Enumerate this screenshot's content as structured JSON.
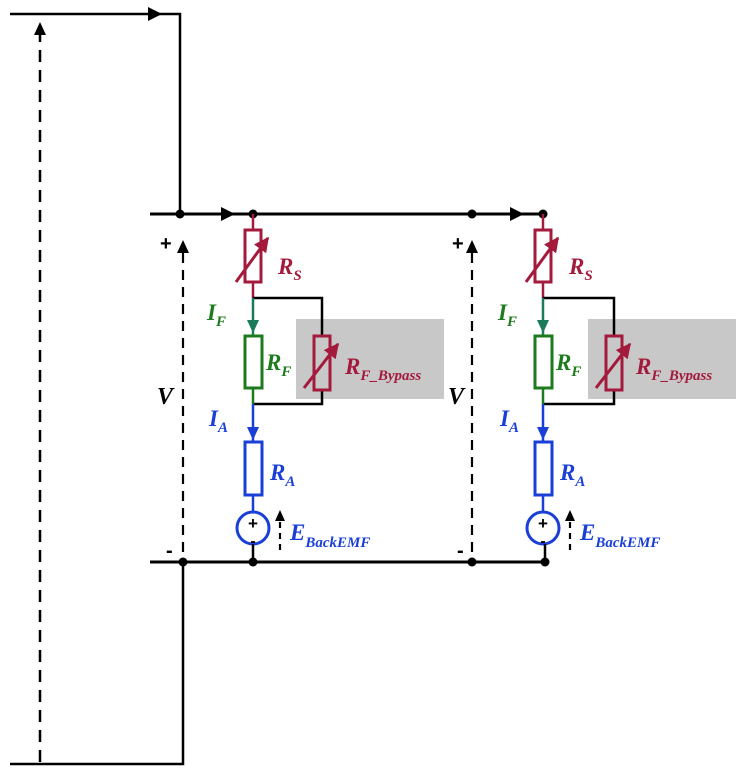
{
  "colors": {
    "wire": "#000000",
    "series_resistor": "#a31a3c",
    "field": "#1d7a1d",
    "field_current": "#1a7a5a",
    "armature": "#1a3fd6",
    "bypass_box": "#c8c8c8"
  },
  "labels": {
    "plus": "+",
    "minus": "-",
    "voltage": "V",
    "rs_main": "R",
    "rs_sub": "S",
    "if_main": "I",
    "if_sub": "F",
    "rf_main": "R",
    "rf_sub": "F",
    "rfb_main": "R",
    "rfb_sub": "F_Bypass",
    "ia_main": "I",
    "ia_sub": "A",
    "ra_main": "R",
    "ra_sub": "A",
    "emf_plus": "+",
    "emf_minus": "-",
    "e_main": "E",
    "e_sub": "BackEMF"
  },
  "icons": [
    "variable-resistor-icon",
    "resistor-icon",
    "voltage-source-icon",
    "current-arrow-icon",
    "junction-dot-icon"
  ]
}
